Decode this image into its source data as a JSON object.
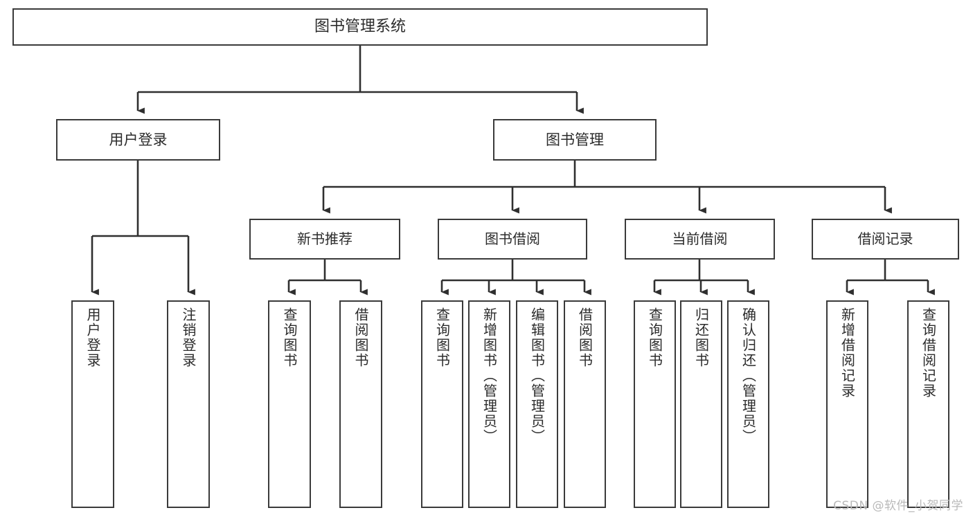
{
  "diagram": {
    "title": "图书管理系统",
    "type": "hierarchy-tree",
    "root": {
      "id": "root",
      "label": "图书管理系统"
    },
    "level2": [
      {
        "id": "user-login",
        "label": "用户登录"
      },
      {
        "id": "book-manage",
        "label": "图书管理"
      }
    ],
    "level3": [
      {
        "id": "new-book-recommend",
        "label": "新书推荐",
        "parent": "book-manage"
      },
      {
        "id": "book-borrow",
        "label": "图书借阅",
        "parent": "book-manage"
      },
      {
        "id": "current-borrow",
        "label": "当前借阅",
        "parent": "book-manage"
      },
      {
        "id": "borrow-record",
        "label": "借阅记录",
        "parent": "book-manage"
      }
    ],
    "leaves": [
      {
        "id": "leaf-user-login",
        "label": "用户登录",
        "parent": "user-login"
      },
      {
        "id": "leaf-user-logout",
        "label": "注销登录",
        "parent": "user-login"
      },
      {
        "id": "leaf-query-book-1",
        "label": "查询图书",
        "parent": "new-book-recommend"
      },
      {
        "id": "leaf-borrow-book-1",
        "label": "借阅图书",
        "parent": "new-book-recommend"
      },
      {
        "id": "leaf-query-book-2",
        "label": "查询图书",
        "parent": "book-borrow"
      },
      {
        "id": "leaf-add-book",
        "label": "新增图书（管理员）",
        "parent": "book-borrow"
      },
      {
        "id": "leaf-edit-book",
        "label": "编辑图书（管理员）",
        "parent": "book-borrow"
      },
      {
        "id": "leaf-borrow-book-2",
        "label": "借阅图书",
        "parent": "book-borrow"
      },
      {
        "id": "leaf-query-book-3",
        "label": "查询图书",
        "parent": "current-borrow"
      },
      {
        "id": "leaf-return-book",
        "label": "归还图书",
        "parent": "current-borrow"
      },
      {
        "id": "leaf-confirm-return",
        "label": "确认归还（管理员）",
        "parent": "current-borrow"
      },
      {
        "id": "leaf-add-record",
        "label": "新增借阅记录",
        "parent": "borrow-record"
      },
      {
        "id": "leaf-query-record",
        "label": "查询借阅记录",
        "parent": "borrow-record"
      }
    ],
    "watermark": "CSDN @软件_小贺同学",
    "colors": {
      "border": "#3a3a3a",
      "text": "#2b2b2b",
      "line": "#2f2f2f",
      "background": "#ffffff",
      "watermark": "#b9b9b9"
    }
  }
}
